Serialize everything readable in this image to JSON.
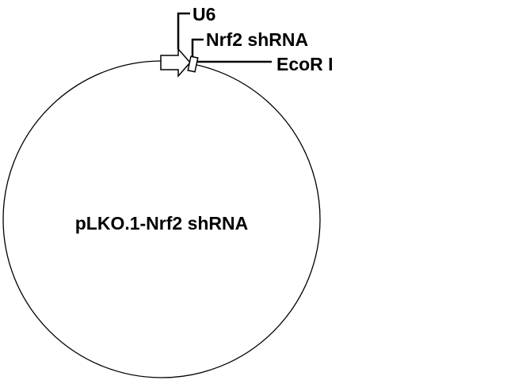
{
  "plasmid": {
    "name": "pLKO.1-Nrf2 shRNA"
  },
  "features": {
    "promoter": {
      "label": "U6",
      "icon": "promoter-arrow-icon"
    },
    "insert": {
      "label": "Nrf2 shRNA",
      "icon": "insert-box-icon"
    },
    "site": {
      "label": "EcoR I"
    }
  },
  "colors": {
    "line": "#000000",
    "background": "#ffffff"
  }
}
